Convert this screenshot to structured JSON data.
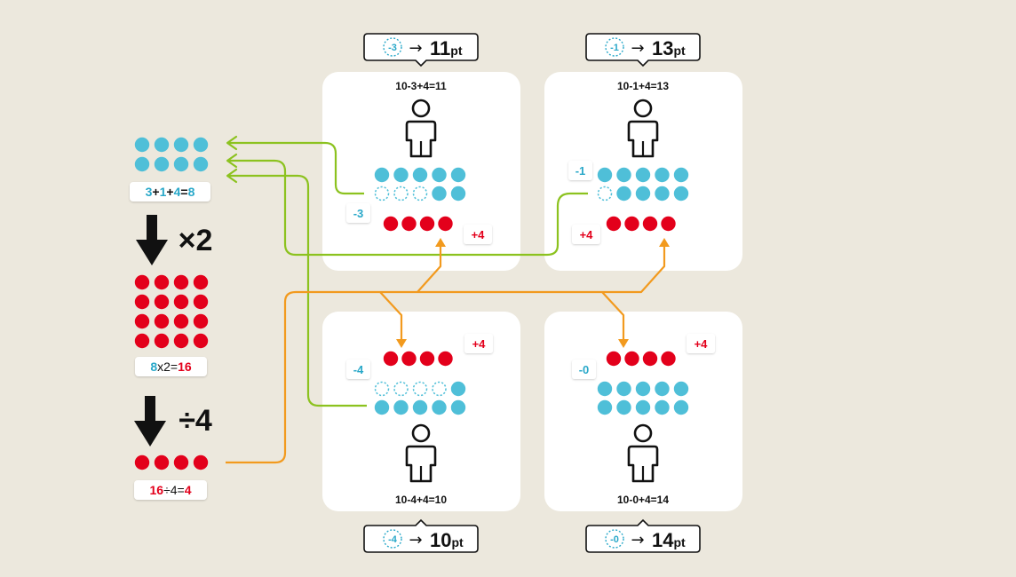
{
  "colors": {
    "background": "#ece8dd",
    "card": "#ffffff",
    "blue": "#4fbfd8",
    "red": "#e3001b",
    "green": "#8cc21f",
    "orange": "#f29a1e",
    "ink": "#111111"
  },
  "icons": [
    "person-icon",
    "down-arrow-icon",
    "right-arrow-icon"
  ],
  "left_panel": {
    "sum_parts": [
      "3",
      "+",
      "1",
      "+",
      "4",
      "=",
      "8"
    ],
    "multiply_label": "×2",
    "mult_parts": [
      "8",
      "x2=",
      "16"
    ],
    "divide_label": "÷4",
    "div_parts": [
      "16",
      "÷4=",
      "4"
    ]
  },
  "cards": [
    {
      "id": "top-left",
      "equation": "10-3+4=11",
      "minus_badge": "-3",
      "plus_badge": "+4",
      "result_chip": {
        "taken": "-3",
        "points": "11",
        "unit": "pt"
      },
      "empty_dots": 3
    },
    {
      "id": "top-right",
      "equation": "10-1+4=13",
      "minus_badge": "-1",
      "plus_badge": "+4",
      "result_chip": {
        "taken": "-1",
        "points": "13",
        "unit": "pt"
      },
      "empty_dots": 1
    },
    {
      "id": "bottom-left",
      "equation": "10-4+4=10",
      "minus_badge": "-4",
      "plus_badge": "+4",
      "result_chip": {
        "taken": "-4",
        "points": "10",
        "unit": "pt"
      },
      "empty_dots": 4
    },
    {
      "id": "bottom-right",
      "equation": "10-0+4=14",
      "minus_badge": "-0",
      "plus_badge": "+4",
      "result_chip": {
        "taken": "-0",
        "points": "14",
        "unit": "pt"
      },
      "empty_dots": 0
    }
  ]
}
